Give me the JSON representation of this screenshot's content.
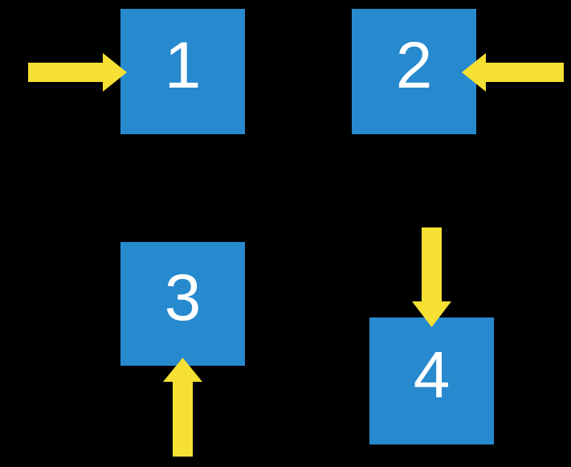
{
  "stage": {
    "description": "black slide with four numbered blue squares, each targeted by one yellow arrow"
  },
  "colors": {
    "stage_background": "#000000",
    "square_fill": "#2789CE",
    "label_color": "#FFFFFF",
    "arrow_fill": "#F5E033"
  },
  "squares": [
    {
      "label": "1",
      "arrow_direction": "right",
      "arrow_side": "left"
    },
    {
      "label": "2",
      "arrow_direction": "left",
      "arrow_side": "right"
    },
    {
      "label": "3",
      "arrow_direction": "up",
      "arrow_side": "bottom"
    },
    {
      "label": "4",
      "arrow_direction": "down",
      "arrow_side": "top"
    }
  ]
}
